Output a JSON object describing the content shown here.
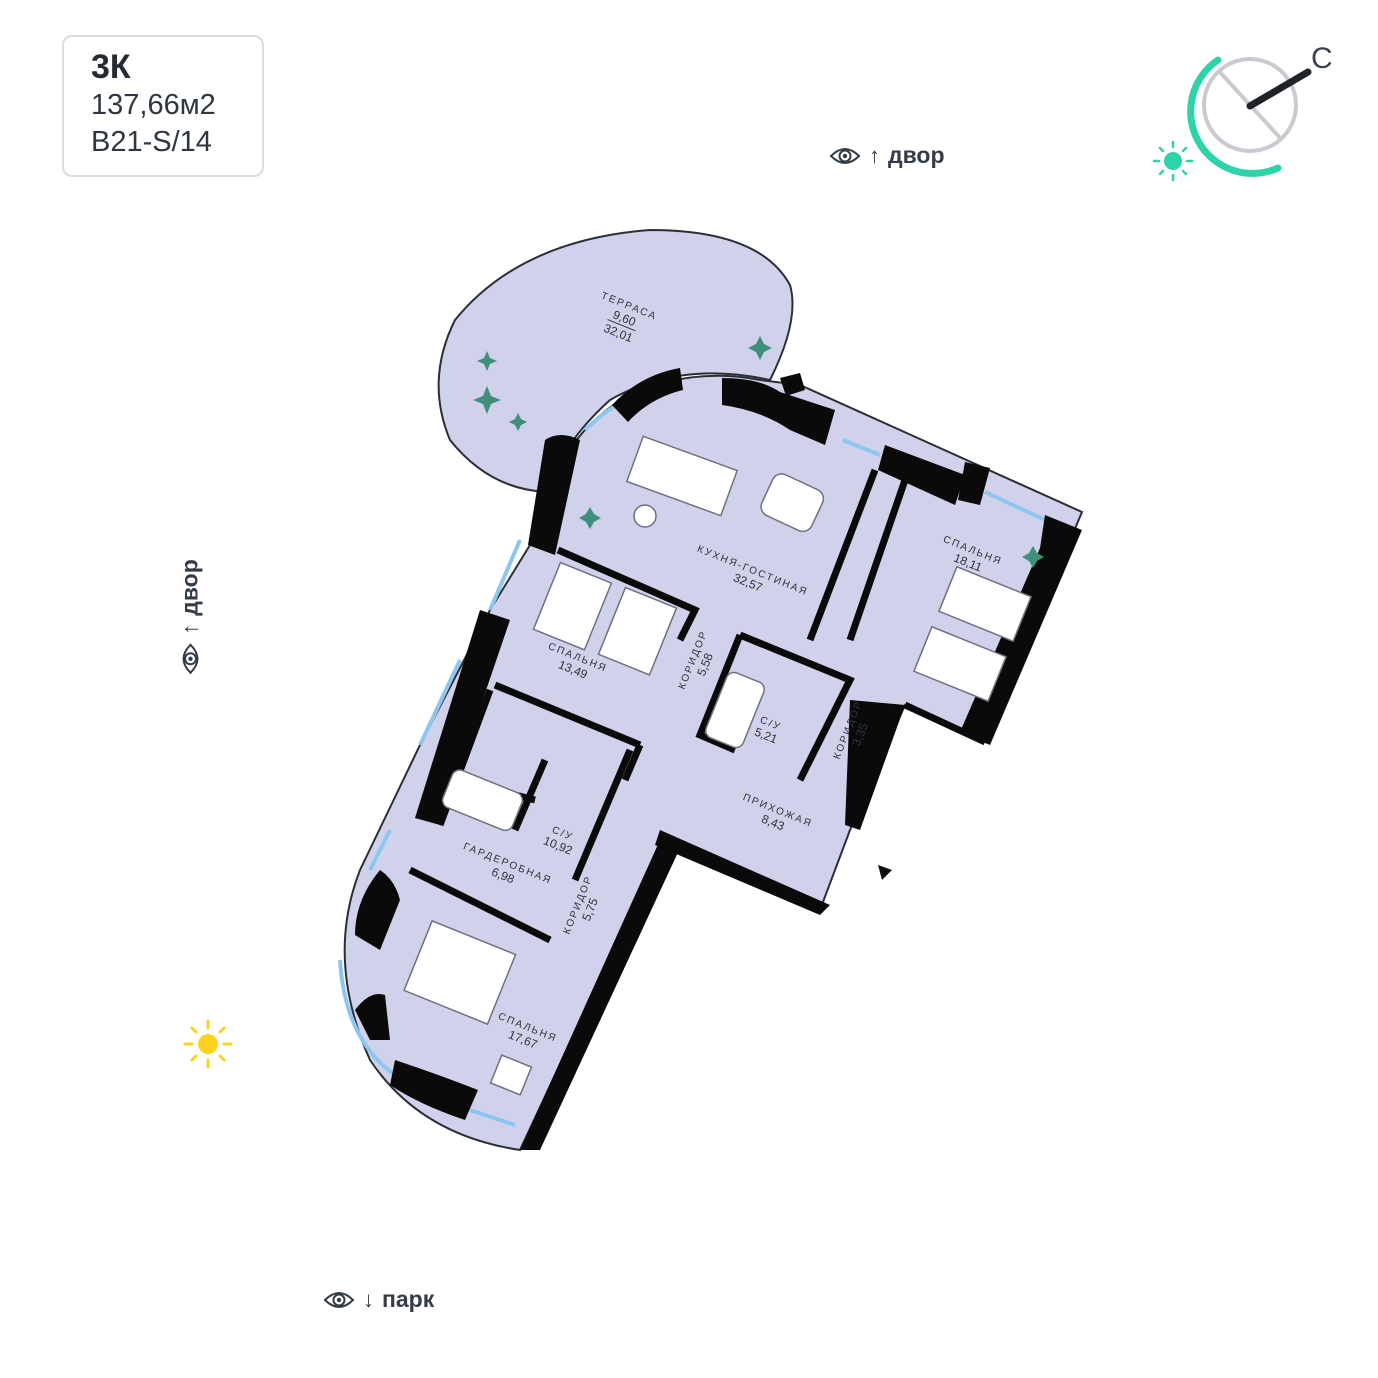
{
  "apartment": {
    "type": "3К",
    "area": "137,66м2",
    "code": "B21-S/14"
  },
  "views": {
    "top": "двор",
    "left": "двор",
    "bottom": "парк",
    "icon": "eye-icon"
  },
  "compass": {
    "letter": "С",
    "accent_color": "#2fd3a9"
  },
  "sun_color": "#ffd21f",
  "plan_colors": {
    "floor": "#d0d1ea",
    "wall": "#0a0a0a",
    "glass": "#8fc6ef",
    "plant": "#3f8f7a"
  },
  "terrace": {
    "name": "ТЕРРАСА",
    "area_top": "9,60",
    "area_bottom": "32,01"
  },
  "rooms": [
    {
      "name": "КУХНЯ-ГОСТИНАЯ",
      "area": "32,57"
    },
    {
      "name": "СПАЛЬНЯ",
      "area": "18,11"
    },
    {
      "name": "СПАЛЬНЯ",
      "area": "13,49"
    },
    {
      "name": "КОРИДОР",
      "area": "5,58"
    },
    {
      "name": "С/У",
      "area": "5,21"
    },
    {
      "name": "КОРИДОР",
      "area": "3,35"
    },
    {
      "name": "ПРИХОЖАЯ",
      "area": "8,43"
    },
    {
      "name": "С/У",
      "area": "10,92"
    },
    {
      "name": "ГАРДЕРОБНАЯ",
      "area": "6,98"
    },
    {
      "name": "КОРИДОР",
      "area": "5,75"
    },
    {
      "name": "СПАЛЬНЯ",
      "area": "17,67"
    }
  ]
}
